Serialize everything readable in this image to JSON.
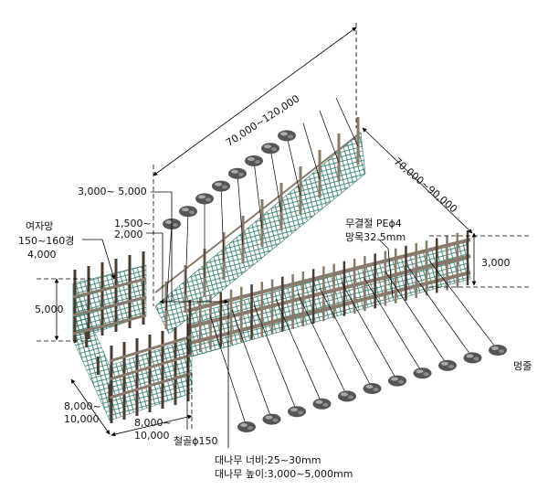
{
  "labels": {
    "length_total": "70,000~120,000",
    "length_branch": "70,000~90,000",
    "spacing_top": "3,000~ 5,000",
    "spacing_mid_1": "1,500~",
    "spacing_mid_2": "2,000",
    "net_name": "여자망",
    "net_size_1": "150~160경",
    "net_size_2": "4,000",
    "net_type_1": "무결절 PEϕ4",
    "net_type_2": "망목32.5mm",
    "height_right": "3,000",
    "height_left": "5,000",
    "vine": "멍줄",
    "depth_1": "8,000~",
    "depth_2": "10,000",
    "width_1": "8,000~",
    "width_2": "10,000",
    "steel_pipe": "철골ϕ150",
    "bamboo_width": "대나무 너비:25~30mm",
    "bamboo_height": "대나무 높이:3,000~5,000mm"
  },
  "colors": {
    "net": "#2f7a6a",
    "post": "#8a7a6a",
    "post_dark": "#4a3a30",
    "weight": "#555555",
    "line": "#000000"
  }
}
